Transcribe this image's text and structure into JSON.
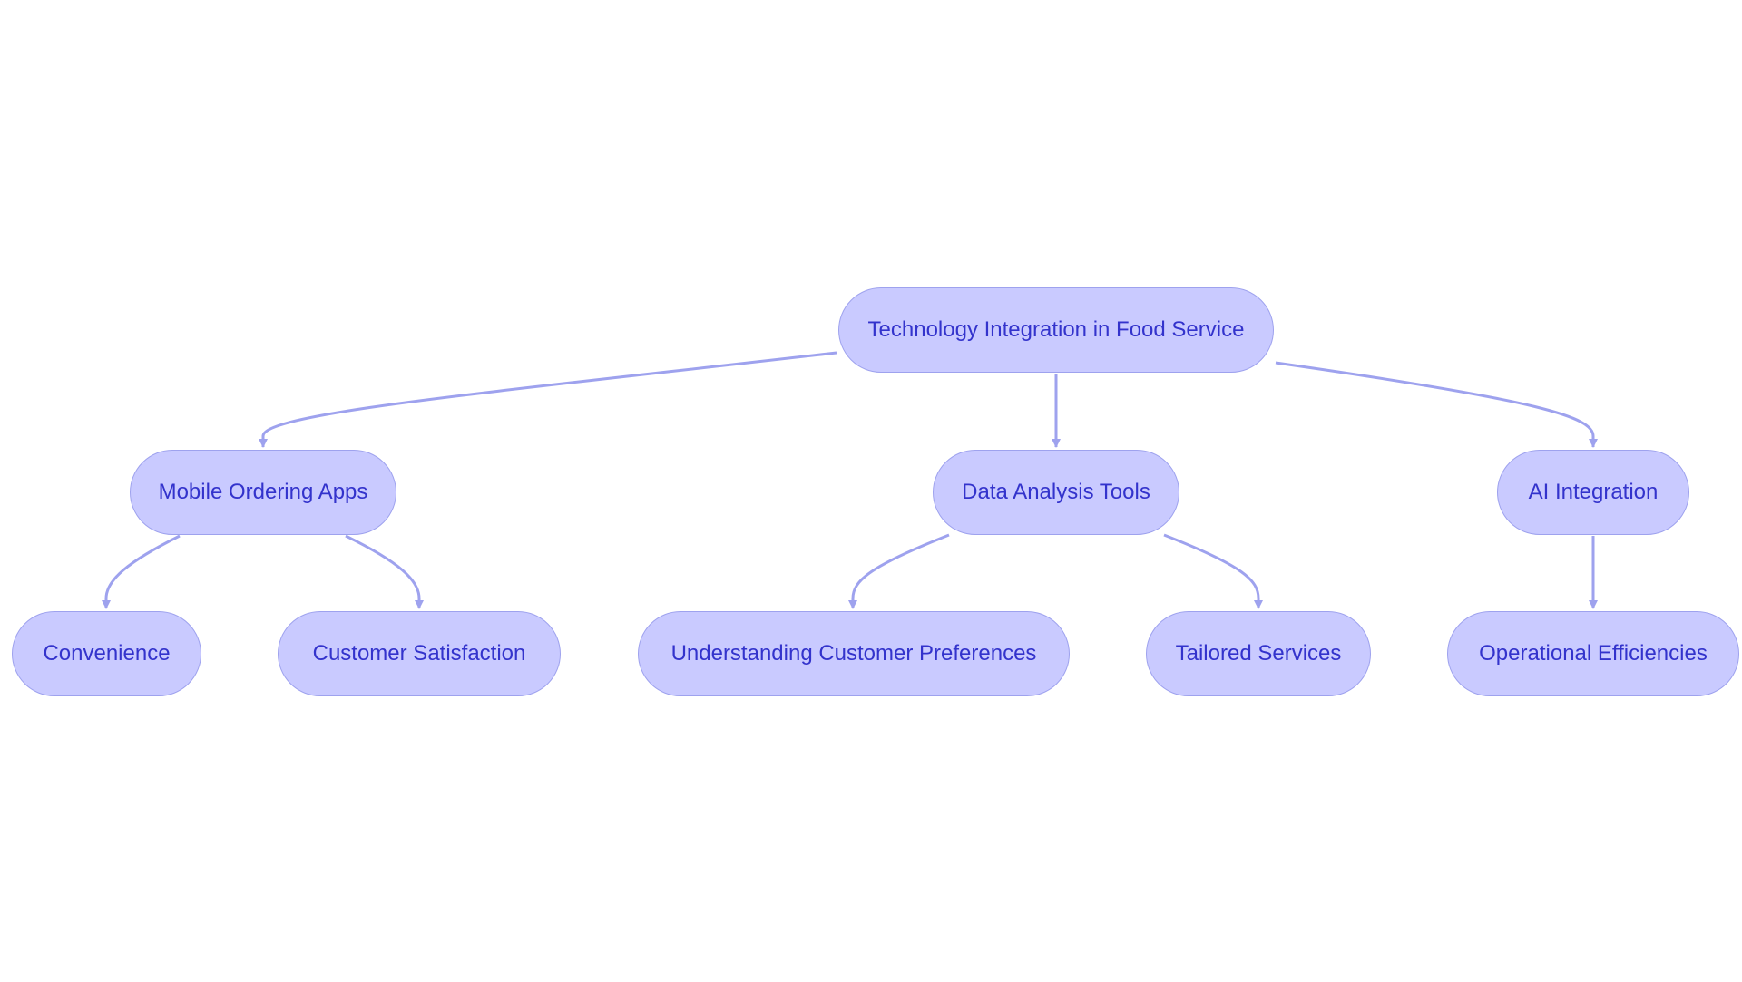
{
  "colors": {
    "node_fill": "#c9caff",
    "node_border": "#9ea2ee",
    "node_text": "#3333cc",
    "edge": "#9ea2ee",
    "background": "#ffffff"
  },
  "nodes": {
    "root": "Technology Integration in Food Service",
    "mobile_ordering_apps": "Mobile Ordering Apps",
    "data_analysis_tools": "Data Analysis Tools",
    "ai_integration": "AI Integration",
    "convenience": "Convenience",
    "customer_satisfaction": "Customer Satisfaction",
    "understanding_customer_preferences": "Understanding Customer Preferences",
    "tailored_services": "Tailored Services",
    "operational_efficiencies": "Operational Efficiencies"
  },
  "edges": [
    {
      "from": "root",
      "to": "mobile_ordering_apps"
    },
    {
      "from": "root",
      "to": "data_analysis_tools"
    },
    {
      "from": "root",
      "to": "ai_integration"
    },
    {
      "from": "mobile_ordering_apps",
      "to": "convenience"
    },
    {
      "from": "mobile_ordering_apps",
      "to": "customer_satisfaction"
    },
    {
      "from": "data_analysis_tools",
      "to": "understanding_customer_preferences"
    },
    {
      "from": "data_analysis_tools",
      "to": "tailored_services"
    },
    {
      "from": "ai_integration",
      "to": "operational_efficiencies"
    }
  ]
}
